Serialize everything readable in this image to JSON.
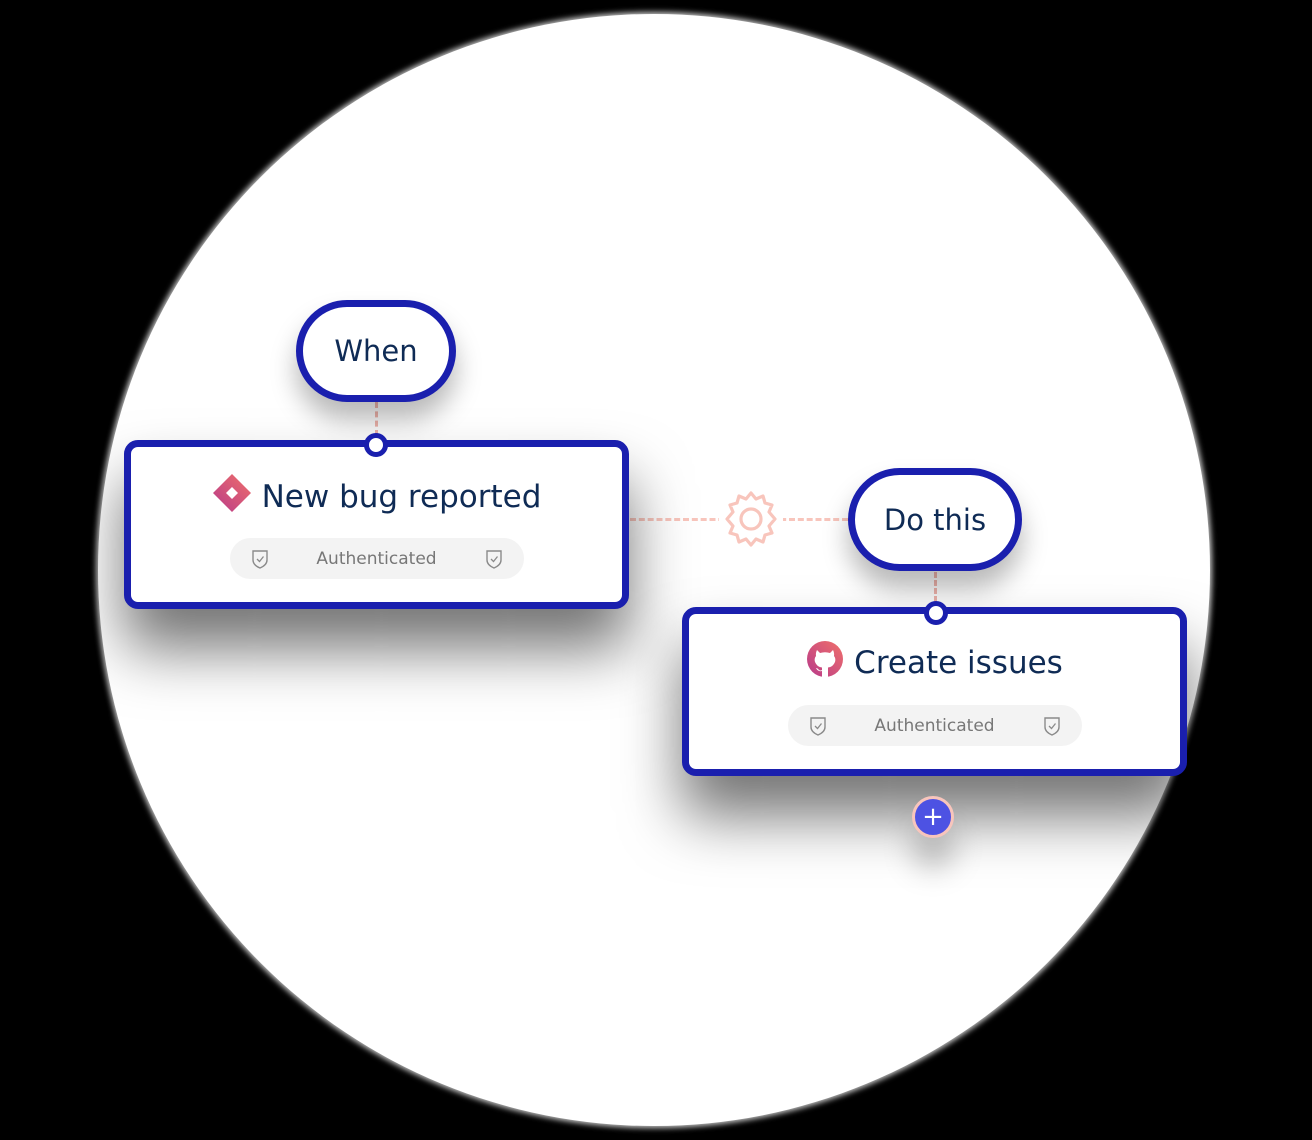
{
  "canvas": {
    "background": "#000000",
    "blob_color": "#ffffff"
  },
  "colors": {
    "accent_border": "#1a1fae",
    "text_primary": "#0f2b55",
    "connector": "#f8c5bc",
    "badge_bg": "#f3f3f3",
    "badge_text": "#777777",
    "add_button": "#4d52e3"
  },
  "trigger": {
    "pill_label": "When",
    "card": {
      "icon": "jira-diamond-icon",
      "title": "New bug reported",
      "badge": {
        "left_icon": "shield-check-icon",
        "label": "Authenticated",
        "right_icon": "shield-check-icon"
      }
    }
  },
  "link": {
    "icon": "gear-icon"
  },
  "action": {
    "pill_label": "Do this",
    "card": {
      "icon": "github-icon",
      "title": "Create issues",
      "badge": {
        "left_icon": "shield-check-icon",
        "label": "Authenticated",
        "right_icon": "shield-check-icon"
      }
    }
  },
  "add_step": {
    "icon": "plus-icon",
    "label": "+"
  }
}
